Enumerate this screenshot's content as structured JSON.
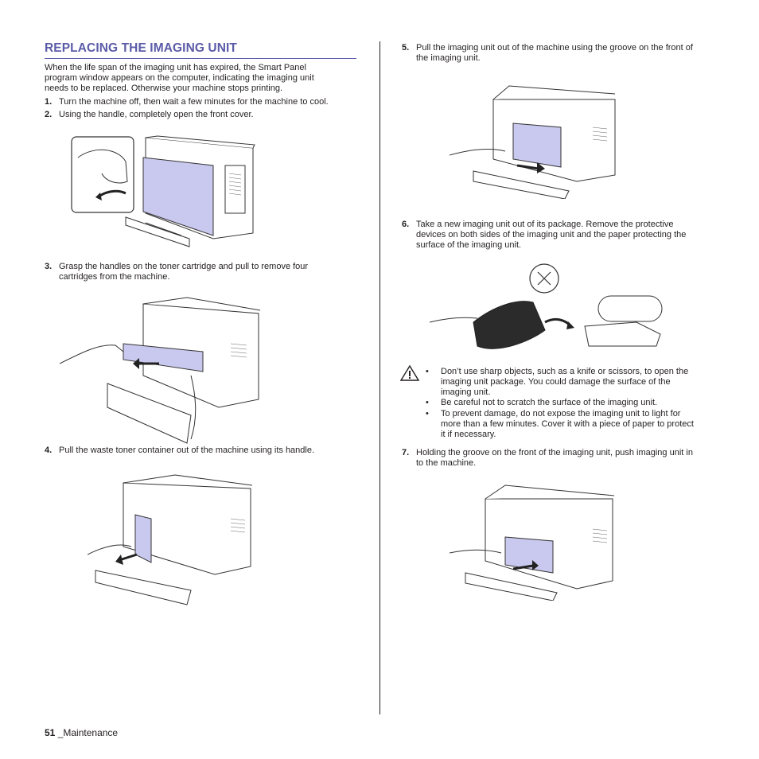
{
  "section": {
    "title": "REPLACING THE IMAGING UNIT",
    "intro": [
      "When the life span of the imaging unit has expired, the Smart Panel",
      "program window appears on the computer, indicating the imaging unit",
      "needs to be replaced. Otherwise your machine stops printing."
    ]
  },
  "steps": [
    {
      "num": "1.",
      "lines": [
        "Turn the machine off, then wait a few minutes for the machine to cool."
      ]
    },
    {
      "num": "2.",
      "lines": [
        "Using the handle, completely open the front cover."
      ]
    },
    {
      "num": "3.",
      "lines": [
        "Grasp the handles on the toner cartridge and pull to remove four",
        "cartridges from the machine."
      ]
    },
    {
      "num": "4.",
      "lines": [
        "Pull the waste toner container out of the machine using its handle."
      ]
    },
    {
      "num": "5.",
      "lines": [
        "Pull the imaging unit out of the machine using the groove on the front of",
        "the imaging unit."
      ]
    },
    {
      "num": "6.",
      "lines": [
        "Take a new imaging unit out of its package. Remove the protective",
        "devices on both sides of the imaging unit and the paper protecting the",
        "surface of the imaging unit."
      ]
    },
    {
      "num": "7.",
      "lines": [
        "Holding the groove on the front of the imaging unit, push imaging unit in",
        "to the machine."
      ]
    }
  ],
  "caution": {
    "bullet": "•",
    "items": [
      [
        "Don’t use sharp objects, such as a knife or scissors, to open the",
        "imaging unit package. You could damage the surface of the",
        "imaging unit."
      ],
      [
        "Be careful not to scratch the surface of the imaging unit."
      ],
      [
        "To prevent damage, do not expose the imaging unit to light for",
        "more than a few minutes. Cover it with a piece of paper to protect",
        "it if necessary."
      ]
    ]
  },
  "footer": {
    "page": "51",
    "section": "_Maintenance"
  },
  "colors": {
    "heading": "#5b5ba8",
    "highlight": "#c9c9ef",
    "text": "#231f20"
  }
}
